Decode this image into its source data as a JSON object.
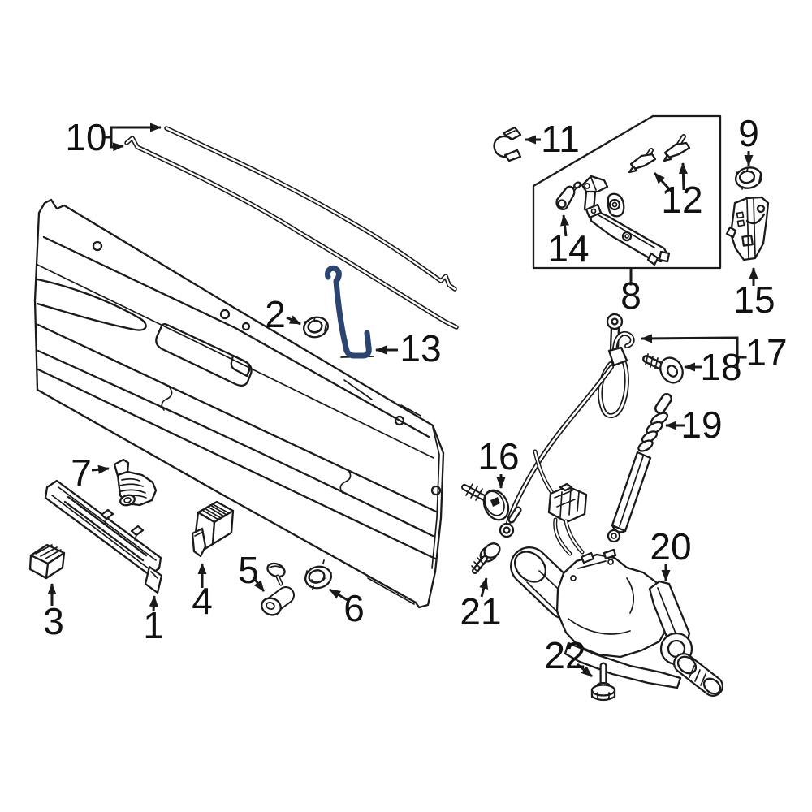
{
  "diagram": {
    "background_color": "#ffffff",
    "line_color": "#1a1a1a",
    "highlight_color": "#2b4470",
    "highlighted_callout": "13",
    "callouts": {
      "p1": "1",
      "p2": "2",
      "p3": "3",
      "p4": "4",
      "p5": "5",
      "p6": "6",
      "p7": "7",
      "p8": "8",
      "p9": "9",
      "p10": "10",
      "p11": "11",
      "p12": "12",
      "p13": "13",
      "p14": "14",
      "p15": "15",
      "p16": "16",
      "p17": "17",
      "p18": "18",
      "p19": "19",
      "p20": "20",
      "p21": "21",
      "p22": "22"
    }
  }
}
